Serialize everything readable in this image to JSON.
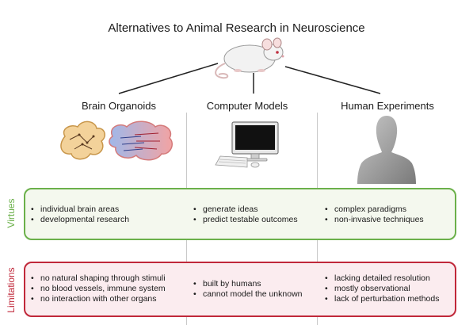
{
  "title": "Alternatives to Animal Research in Neuroscience",
  "columns": [
    {
      "id": "organoids",
      "heading": "Brain Organoids",
      "icon": "brain-organoid-icon"
    },
    {
      "id": "computer",
      "heading": "Computer Models",
      "icon": "computer-icon"
    },
    {
      "id": "human",
      "heading": "Human Experiments",
      "icon": "human-silhouette-icon"
    }
  ],
  "mouse_icon": "mouse-icon",
  "rows": {
    "virtues": {
      "label": "Virtues",
      "color": "#6bb04a",
      "cells": [
        [
          "individual brain areas",
          "developmental research"
        ],
        [
          "generate ideas",
          "predict testable outcomes"
        ],
        [
          "complex paradigms",
          "non-invasive techniques"
        ]
      ]
    },
    "limitations": {
      "label": "Limitations",
      "color": "#c0283a",
      "cells": [
        [
          "no natural shaping through stimuli",
          "no blood vessels, immune system",
          "no interaction with other organs"
        ],
        [
          "built by humans",
          "cannot model the unknown"
        ],
        [
          "lacking detailed resolution",
          "mostly observational",
          "lack of perturbation methods"
        ]
      ]
    }
  }
}
